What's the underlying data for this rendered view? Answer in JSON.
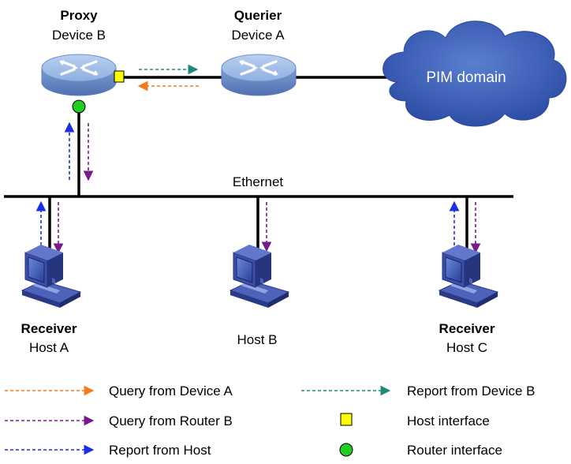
{
  "devices": {
    "proxy": {
      "role": "Proxy",
      "name": "Device B"
    },
    "querier": {
      "role": "Querier",
      "name": "Device A"
    },
    "pim": {
      "label": "PIM domain"
    },
    "ethernet": {
      "label": "Ethernet"
    }
  },
  "hosts": {
    "a": {
      "role": "Receiver",
      "name": "Host A"
    },
    "b": {
      "role": "",
      "name": "Host B"
    },
    "c": {
      "role": "Receiver",
      "name": "Host C"
    }
  },
  "legend": {
    "query_from_device_a": "Query from Device A",
    "query_from_router_b": "Query from Router B",
    "report_from_host": "Report from Host",
    "report_from_device_b": "Report from Device B",
    "host_interface": "Host interface",
    "router_interface": "Router interface"
  },
  "colors": {
    "query_a": "#f07c1e",
    "query_b": "#7a1a8a",
    "report_host": "#1a2ee6",
    "report_device_b": "#1e8a7a",
    "host_interface": "#ffff00",
    "router_interface": "#22cc22",
    "cloud": "#3a5db8",
    "router_body": "#7d9fd6"
  }
}
